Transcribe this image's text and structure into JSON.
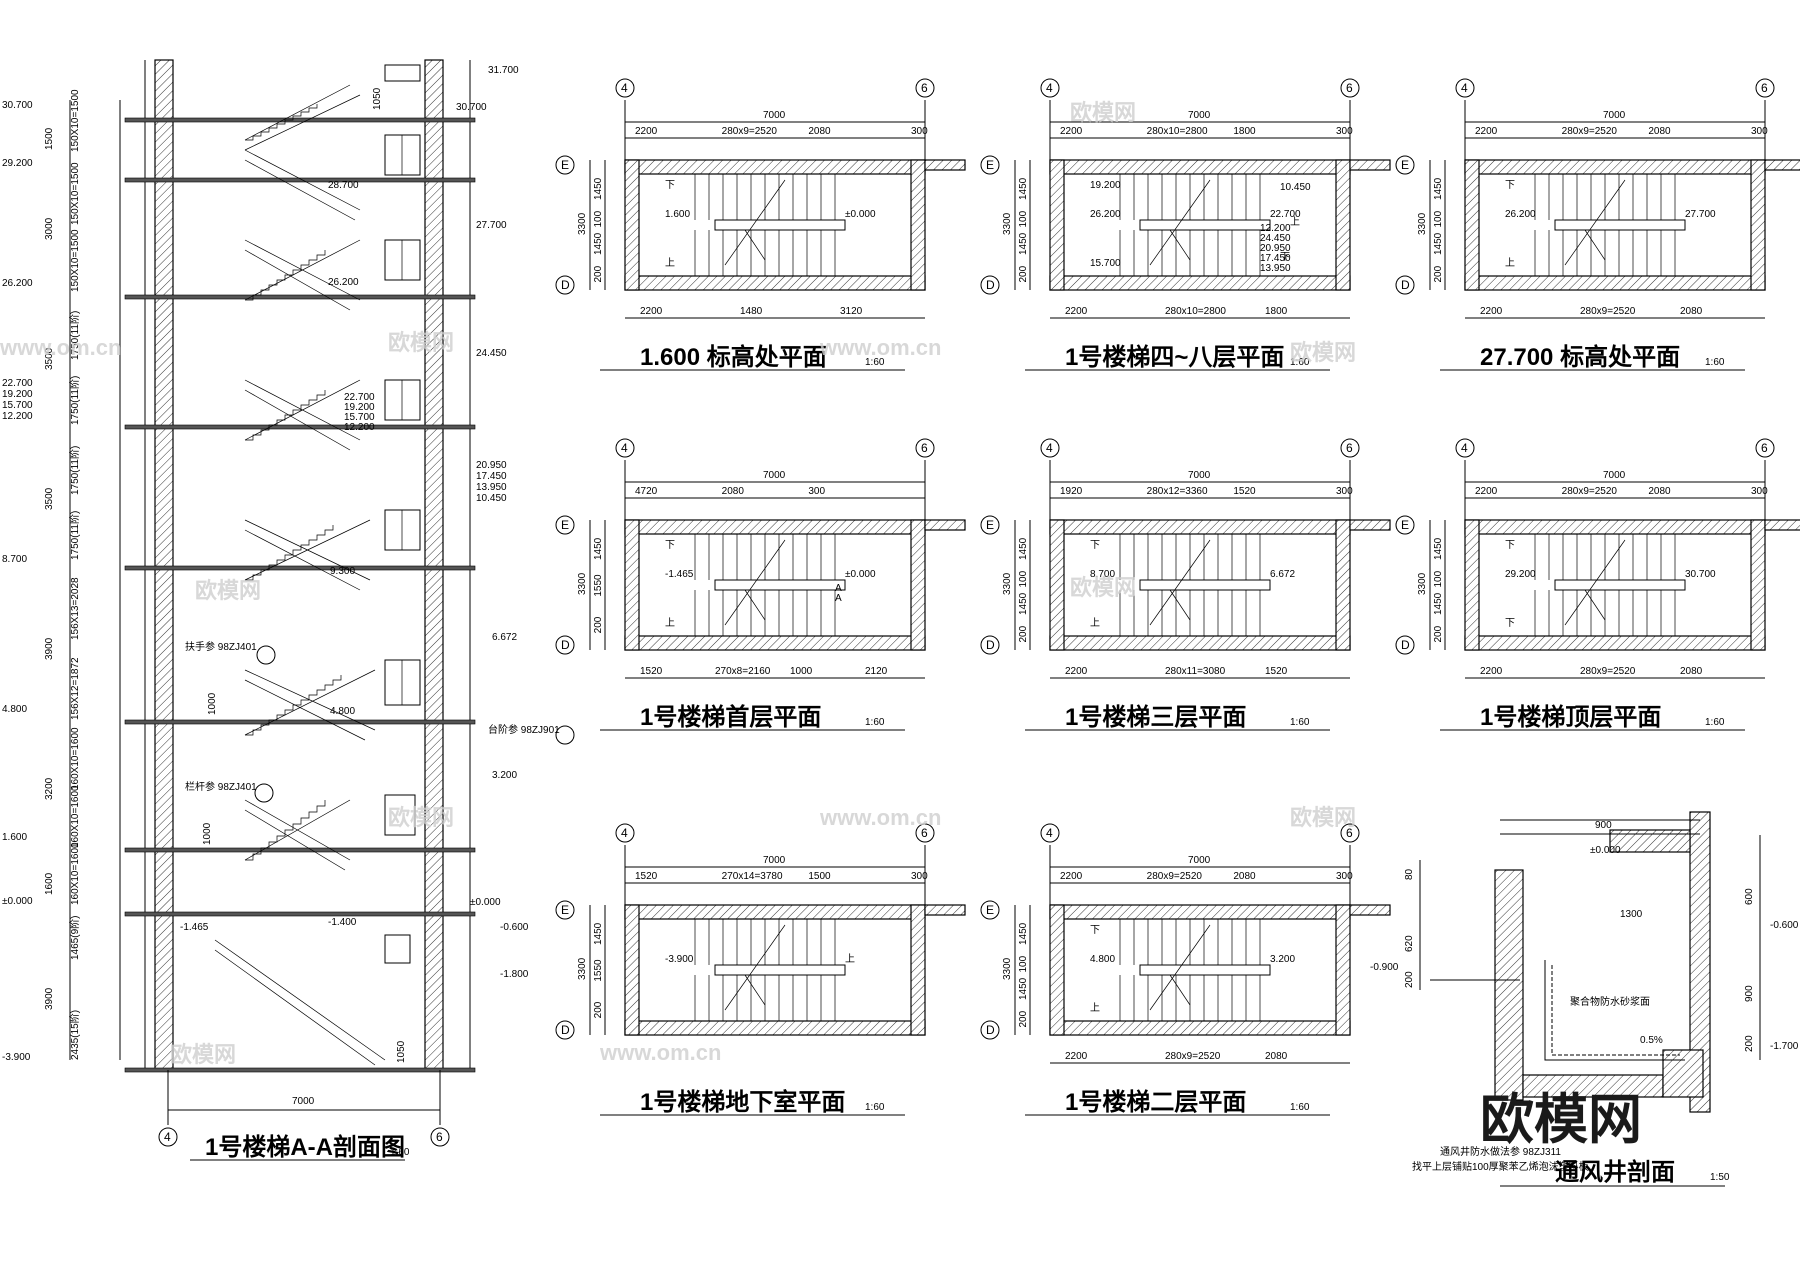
{
  "watermark": {
    "text_cn": "欧模网",
    "text_url": "www.om.cn",
    "logo": "欧模网"
  },
  "section_aa": {
    "title": "1号楼梯A-A剖面图",
    "scale": "1:60",
    "grid_left": "4",
    "grid_right": "6",
    "width_dim": "7000",
    "elevations_right": [
      "31.700",
      "30.700",
      "27.700",
      "24.450",
      "20.950",
      "17.450",
      "13.950",
      "10.450",
      "6.672",
      "3.200",
      "±0.000",
      "-0.600",
      "-1.800"
    ],
    "elevations_left": [
      "30.700",
      "29.200",
      "26.200",
      "22.700",
      "19.200",
      "15.700",
      "12.200",
      "8.700",
      "4.800",
      "1.600",
      "±0.000",
      "-3.900"
    ],
    "elevations_inside": [
      "28.700",
      "26.200",
      "22.700",
      "19.200",
      "15.700",
      "12.200",
      "9.300",
      "4.800",
      "-1.400",
      "-1.465"
    ],
    "dims_vertical": [
      "1500",
      "3000",
      "3500",
      "3500",
      "3900",
      "3200",
      "1600",
      "3900"
    ],
    "dims_steps": [
      "150X10=1500",
      "150X10=1500",
      "150X10=1500",
      "1750(11阶)",
      "1750(11阶)",
      "1750(11阶)",
      "1750(11阶)",
      "156X13=2028",
      "156X12=1872",
      "160X10=1600",
      "160X10=1600",
      "160X10=1600",
      "1465(9阶)",
      "2435(15阶)"
    ],
    "dims_misc": [
      "1050",
      "1000",
      "1000",
      "1050"
    ],
    "notes": [
      "扶手参 98ZJ401",
      "栏杆参 98ZJ401",
      "台阶参 98ZJ901"
    ]
  },
  "plans": [
    {
      "id": "p1600",
      "title": "1.600 标高处平面",
      "scale": "1:60",
      "top_dims": [
        "2200",
        "280x9=2520",
        "2080",
        "300"
      ],
      "bottom_dims": [
        "2200",
        "1480",
        "3120"
      ],
      "overall": "7000",
      "side_dims": [
        "1450",
        "100",
        "1450",
        "200"
      ],
      "depth": "3300",
      "labels": [
        "1.600",
        "±0.000",
        "下",
        "上"
      ],
      "grid_top": [
        "4",
        "6"
      ],
      "grid_side": [
        "E",
        "D"
      ]
    },
    {
      "id": "p4to8",
      "title": "1号楼梯四~八层平面",
      "scale": "1:60",
      "top_dims": [
        "2200",
        "280x10=2800",
        "1800",
        "300"
      ],
      "bottom_dims": [
        "2200",
        "280x10=2800",
        "1800"
      ],
      "overall": "7000",
      "side_dims": [
        "1450",
        "100",
        "1450",
        "200"
      ],
      "depth": "3300",
      "labels": [
        "26.200",
        "22.700",
        "19.200",
        "15.700",
        "12.200",
        "24.450",
        "20.950",
        "17.450",
        "13.950",
        "10.450",
        "下",
        "上"
      ],
      "grid_top": [
        "4",
        "6"
      ],
      "grid_side": [
        "E",
        "D"
      ]
    },
    {
      "id": "p27700",
      "title": "27.700 标高处平面",
      "scale": "1:60",
      "top_dims": [
        "2200",
        "280x9=2520",
        "2080",
        "300"
      ],
      "bottom_dims": [
        "2200",
        "280x9=2520",
        "2080"
      ],
      "overall": "7000",
      "side_dims": [
        "1450",
        "100",
        "1450",
        "200"
      ],
      "depth": "3300",
      "labels": [
        "26.200",
        "27.700",
        "下",
        "上"
      ],
      "grid_top": [
        "4",
        "6"
      ],
      "grid_side": [
        "E",
        "D"
      ]
    },
    {
      "id": "pground",
      "title": "1号楼梯首层平面",
      "scale": "1:60",
      "top_dims": [
        "4720",
        "2080",
        "300"
      ],
      "bottom_dims": [
        "1520",
        "270x8=2160",
        "1000",
        "2120"
      ],
      "overall": "7000",
      "side_dims": [
        "1450",
        "1550",
        "200"
      ],
      "depth": "3300",
      "labels": [
        "-1.465",
        "±0.000",
        "下",
        "上",
        "A",
        "A"
      ],
      "grid_top": [
        "4",
        "6"
      ],
      "grid_side": [
        "E",
        "D"
      ]
    },
    {
      "id": "p3",
      "title": "1号楼梯三层平面",
      "scale": "1:60",
      "top_dims": [
        "1920",
        "280x12=3360",
        "1520",
        "300"
      ],
      "bottom_dims": [
        "2200",
        "280x11=3080",
        "1520"
      ],
      "overall": "7000",
      "side_dims": [
        "1450",
        "100",
        "1450",
        "200"
      ],
      "depth": "3300",
      "labels": [
        "8.700",
        "6.672",
        "下",
        "上"
      ],
      "grid_top": [
        "4",
        "6"
      ],
      "grid_side": [
        "E",
        "D"
      ]
    },
    {
      "id": "ptop",
      "title": "1号楼梯顶层平面",
      "scale": "1:60",
      "top_dims": [
        "2200",
        "280x9=2520",
        "2080",
        "300"
      ],
      "bottom_dims": [
        "2200",
        "280x9=2520",
        "2080"
      ],
      "overall": "7000",
      "side_dims": [
        "1450",
        "100",
        "1450",
        "200"
      ],
      "depth": "3300",
      "labels": [
        "29.200",
        "30.700",
        "下",
        "下"
      ],
      "grid_top": [
        "4",
        "6"
      ],
      "grid_side": [
        "E",
        "D"
      ]
    },
    {
      "id": "pbase",
      "title": "1号楼梯地下室平面",
      "scale": "1:60",
      "top_dims": [
        "1520",
        "270x14=3780",
        "1500",
        "300"
      ],
      "bottom_dims": [],
      "overall": "7000",
      "side_dims": [
        "1450",
        "1550",
        "200"
      ],
      "depth": "3300",
      "labels": [
        "-3.900",
        "上"
      ],
      "grid_top": [
        "4",
        "6"
      ],
      "grid_side": [
        "E",
        "D"
      ]
    },
    {
      "id": "p2",
      "title": "1号楼梯二层平面",
      "scale": "1:60",
      "top_dims": [
        "2200",
        "280x9=2520",
        "2080",
        "300"
      ],
      "bottom_dims": [
        "2200",
        "280x9=2520",
        "2080"
      ],
      "overall": "7000",
      "side_dims": [
        "1450",
        "100",
        "1450",
        "200"
      ],
      "depth": "3300",
      "labels": [
        "4.800",
        "3.200",
        "下",
        "上"
      ],
      "grid_top": [
        "4",
        "6"
      ],
      "grid_side": [
        "E",
        "D"
      ]
    }
  ],
  "vent_section": {
    "title": "通风井剖面",
    "scale": "1:50",
    "dims": [
      "900",
      "1300",
      "600",
      "900",
      "200",
      "80",
      "620",
      "200"
    ],
    "elevations": [
      "±0.000",
      "-0.600",
      "-0.900",
      "-1.700"
    ],
    "notes": [
      "聚合物防水砂浆面",
      "0.5%",
      "通风井防水做法参 98ZJ311",
      "找平上层铺贴100厚聚苯乙烯泡沫塑料板"
    ]
  }
}
